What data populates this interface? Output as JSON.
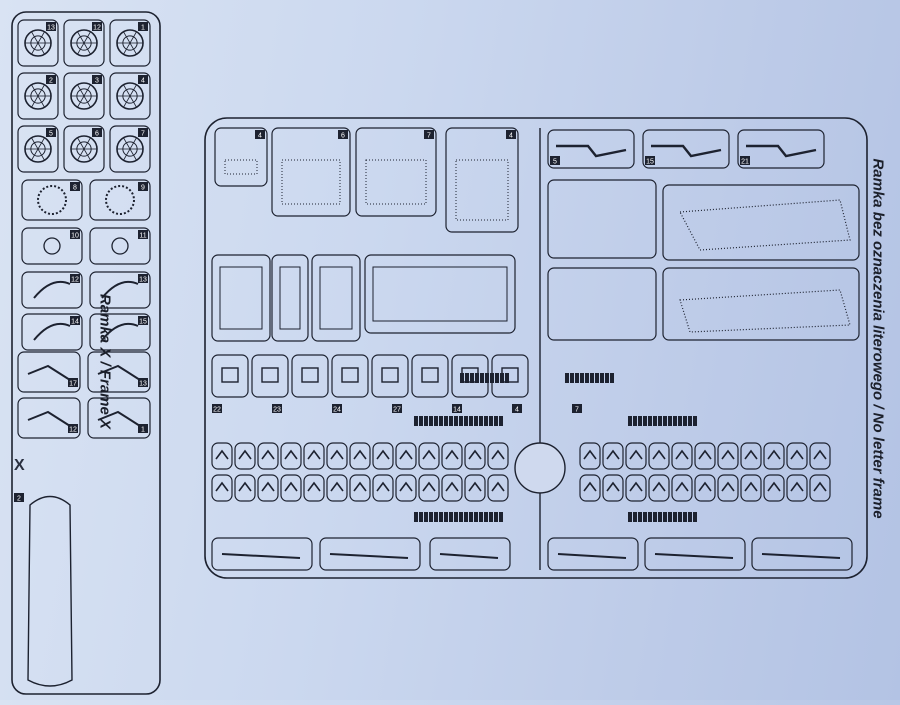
{
  "frame_x": {
    "label": "Ramka X / Frame X",
    "letter": "X",
    "part_numbers": [
      "13",
      "12",
      "1",
      "2",
      "3",
      "4",
      "5",
      "6",
      "7",
      "8",
      "9",
      "10",
      "11",
      "12",
      "13",
      "14",
      "15",
      "17"
    ]
  },
  "frame_main": {
    "label": "Ramka bez oznaczenia literowego / No letter frame",
    "part_numbers": [
      "4",
      "6",
      "7",
      "4",
      "5",
      "15",
      "21",
      "22",
      "23",
      "24",
      "27",
      "14",
      "4",
      "7"
    ]
  }
}
